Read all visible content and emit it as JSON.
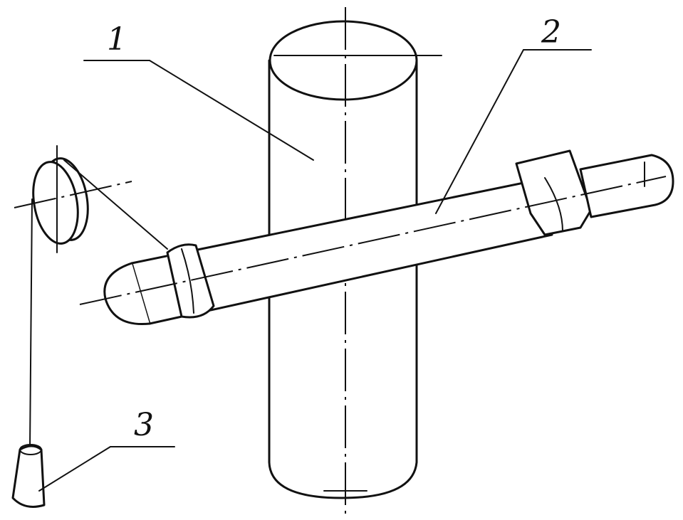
{
  "labels": {
    "part1": "1",
    "part2": "2",
    "part3": "3"
  },
  "icons": {
    "column": "vertical-cylinder",
    "arm": "horizontal-rod",
    "pulley": "pulley-wheel",
    "weight": "hanging-weight"
  }
}
